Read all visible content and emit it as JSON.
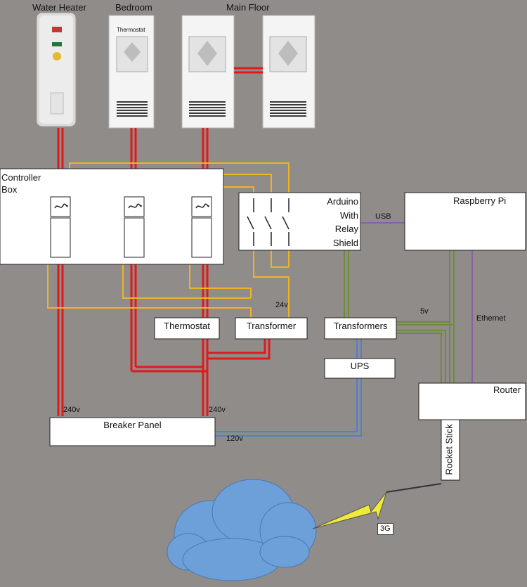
{
  "colors": {
    "background": "#908c8a",
    "high_voltage": "#e01a1a",
    "low_voltage": "#f0b323",
    "mains_120": "#4f7fd0",
    "dc_5v": "#6f8a3c",
    "data": "#8a5fa6",
    "cloud": "#6d9fd9",
    "bolt": "#f2ea3a"
  },
  "top_labels": {
    "water_heater": "Water Heater",
    "bedroom": "Bedroom",
    "main_floor": "Main Floor"
  },
  "heater_sign": "Thermostat",
  "controller_box": "Controller\nBox",
  "arduino": "Arduino\nWith\nRelay\nShield",
  "raspberry_pi": "Raspberry Pi",
  "usb": "USB",
  "thermostat": "Thermostat",
  "transformer": "Transformer",
  "transformers": "Transformers",
  "ups": "UPS",
  "router": "Router",
  "rocket_stick": "Rocket Stick",
  "breaker_panel": "Breaker Panel",
  "v24": "24v",
  "v5": "5v",
  "ethernet": "Ethernet",
  "v240_left": "240v",
  "v240_right": "240v",
  "v120": "120v",
  "three_g": "3G"
}
